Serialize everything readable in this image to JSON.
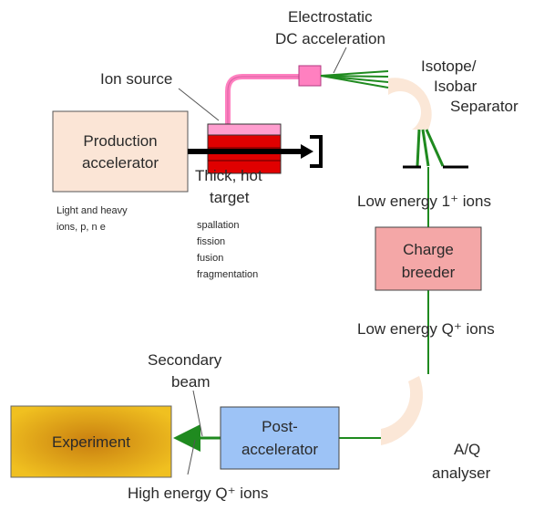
{
  "labels": {
    "electrostatic_line1": "Electrostatic",
    "electrostatic_line2": "DC acceleration",
    "ion_source": "Ion source",
    "separator_line1": "Isotope/",
    "separator_line2": "Isobar",
    "separator_line3": "Separator",
    "production_line1": "Production",
    "production_line2": "accelerator",
    "target_line1": "Thick, hot",
    "target_line2": "target",
    "reactions": [
      "spallation",
      "fission",
      "fusion",
      "fragmentation"
    ],
    "particles_line1": "Light and heavy",
    "particles_line2": "ions, p, n e",
    "low_energy_1": "Low energy 1⁺ ions",
    "charge_breeder_line1": "Charge",
    "charge_breeder_line2": "breeder",
    "low_energy_q": "Low energy Q⁺ ions",
    "secondary_line1": "Secondary",
    "secondary_line2": "beam",
    "experiment": "Experiment",
    "post_line1": "Post-",
    "post_line2": "accelerator",
    "aq_line1": "A/Q",
    "aq_line2": "analyser",
    "high_energy_q": "High energy Q⁺ ions"
  },
  "colors": {
    "production_box": "#fbe5d6",
    "charge_breeder_box": "#f4a7a7",
    "post_accelerator_box": "#9dc3f6",
    "experiment_center": "#c97f10",
    "experiment_edge": "#f0c020",
    "ion_source": "#ff80c0",
    "target_red": "#e00000",
    "beam_green": "#1f8a1f",
    "magnet": "#fbe7d7"
  }
}
